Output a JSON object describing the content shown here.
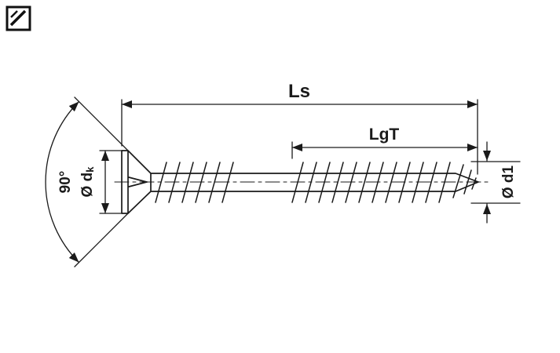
{
  "colors": {
    "line": "#1a1a1a",
    "background": "#ffffff",
    "icon": "#111111"
  },
  "labels": {
    "total_length": "Ls",
    "thread_length": "LgT",
    "outer_diameter": "Ø d1",
    "head_diameter_main": "Ø d",
    "head_diameter_sub": "k",
    "head_angle": "90°"
  }
}
